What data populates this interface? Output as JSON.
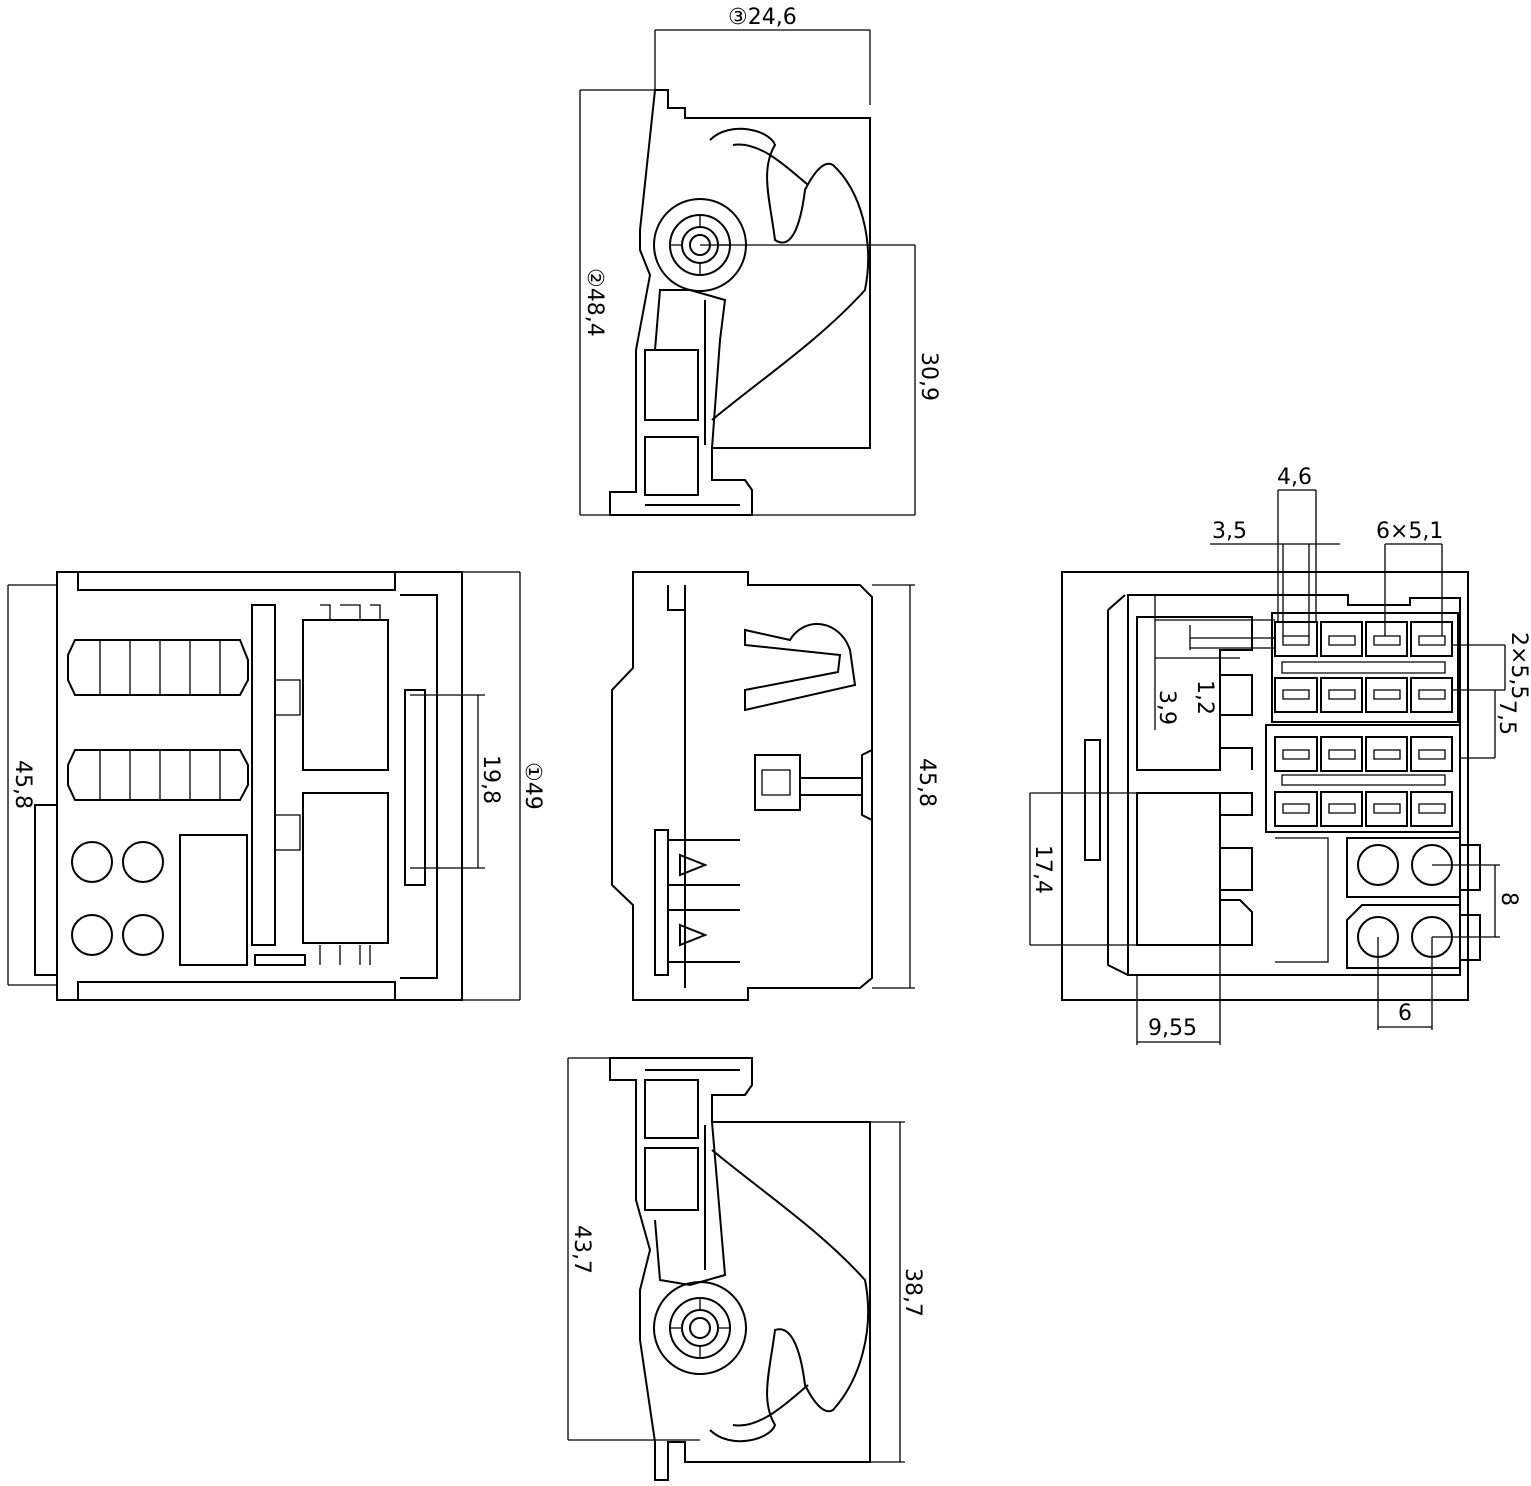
{
  "top_view": {
    "width_dim": "③24,6",
    "height_dim": "②48,4",
    "pivot_dim": "30,9"
  },
  "left_view": {
    "height_dim": "45,8",
    "pitch_dim": "19,8",
    "overall_dim": "①49"
  },
  "front_view": {
    "height_dim": "45,8"
  },
  "right_view": {
    "pin_width_dim": "4,6",
    "slot_dim": "3,5",
    "column_pitch_dim": "6×5,1",
    "row_pitch_dim": "2×5,5",
    "group_gap_dim": "7,5",
    "wall_dim": "1,2",
    "depth_dim": "3,9",
    "lower_height_dim": "17,4",
    "lower_width_dim": "9,55",
    "round_pitch_h_dim": "8",
    "round_pitch_w_dim": "6"
  },
  "bottom_view": {
    "height_dim": "43,7",
    "pivot_dim": "38,7"
  }
}
